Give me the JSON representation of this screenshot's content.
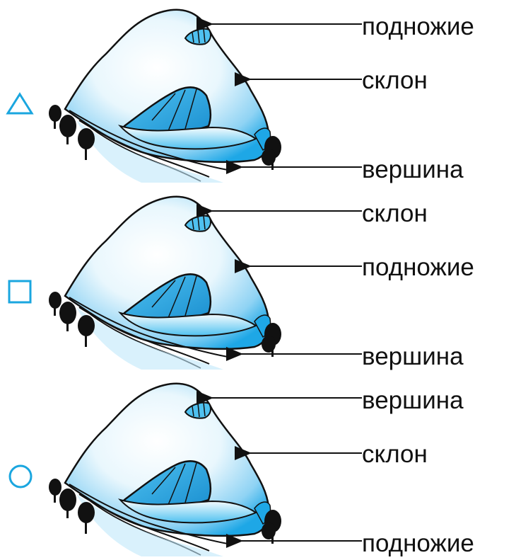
{
  "colors": {
    "marker": "#1aa6df",
    "mountain_deep": "#1ea7e6",
    "mountain_light": "#e9f7fd",
    "outline": "#111111",
    "trees": "#111111"
  },
  "options": [
    {
      "marker": "triangle",
      "labels": {
        "top": "подножие",
        "middle": "склон",
        "bottom": "вершина"
      }
    },
    {
      "marker": "square",
      "labels": {
        "top": "склон",
        "middle": "подножие",
        "bottom": "вершина"
      }
    },
    {
      "marker": "circle",
      "labels": {
        "top": "вершина",
        "middle": "склон",
        "bottom": "подножие"
      }
    }
  ]
}
